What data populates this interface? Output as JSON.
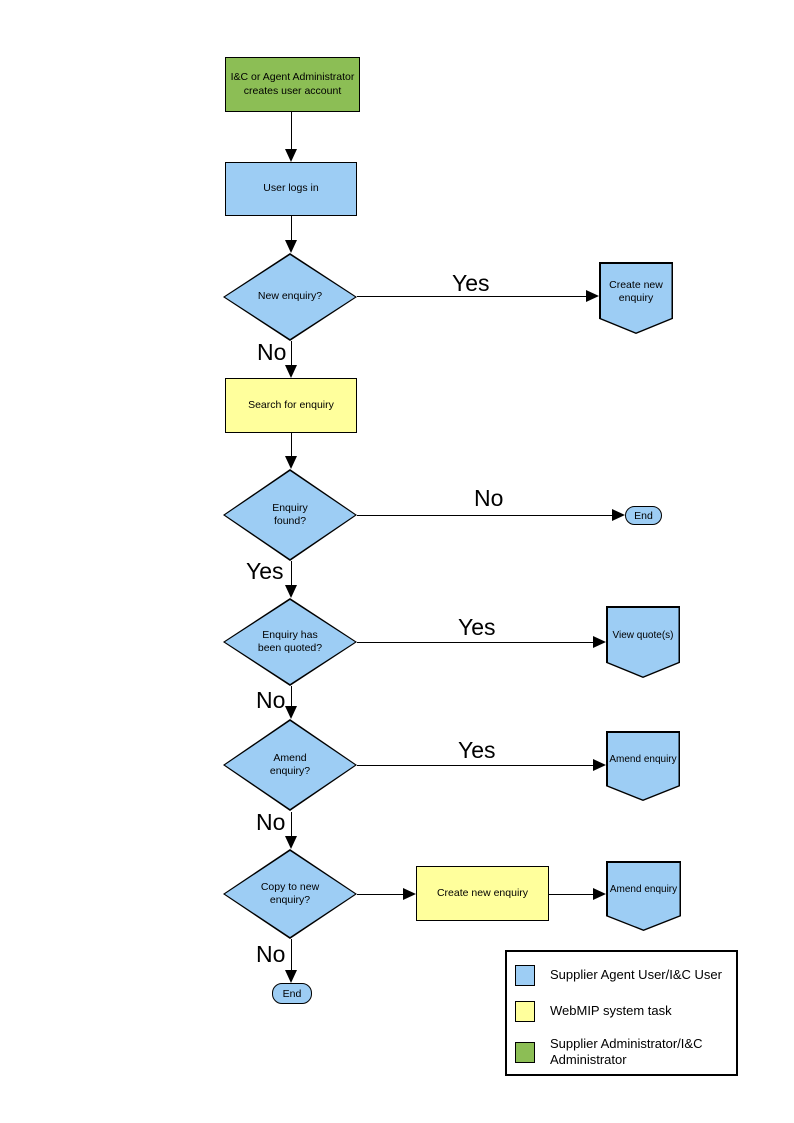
{
  "colors": {
    "user-blue": "#9DCDF4",
    "system-yellow": "#FFFF9C",
    "admin-green": "#8CBE55"
  },
  "nodes": {
    "admin_creates_account": "I&C or Agent Administrator creates user account",
    "user_logs_in": "User logs in",
    "new_enquiry_q": "New enquiry?",
    "create_new_enquiry_offpage": "Create new enquiry",
    "search_for_enquiry": "Search for enquiry",
    "enquiry_found_q": "Enquiry found?",
    "end_enquiry_not_found": "End",
    "enquiry_quoted_q": "Enquiry has been quoted?",
    "view_quotes_offpage": "View quote(s)",
    "amend_enquiry_q": "Amend enquiry?",
    "amend_enquiry_offpage": "Amend enquiry",
    "copy_to_new_enquiry_q": "Copy to new enquiry?",
    "create_new_enquiry_task": "Create new enquiry",
    "amend_enquiry_offpage_2": "Amend enquiry",
    "end_final": "End"
  },
  "edges": {
    "new_enquiry_yes": "Yes",
    "new_enquiry_no": "No",
    "enquiry_found_no": "No",
    "enquiry_found_yes": "Yes",
    "enquiry_quoted_yes": "Yes",
    "enquiry_quoted_no": "No",
    "amend_enquiry_yes": "Yes",
    "amend_enquiry_no": "No",
    "copy_to_new_no": "No"
  },
  "legend": {
    "items": [
      {
        "label": "Supplier Agent User/I&C User",
        "color": "#9DCDF4"
      },
      {
        "label": "WebMIP system task",
        "color": "#FFFF9C"
      },
      {
        "label": "Supplier Administrator/I&C Administrator",
        "color": "#8CBE55"
      }
    ]
  }
}
